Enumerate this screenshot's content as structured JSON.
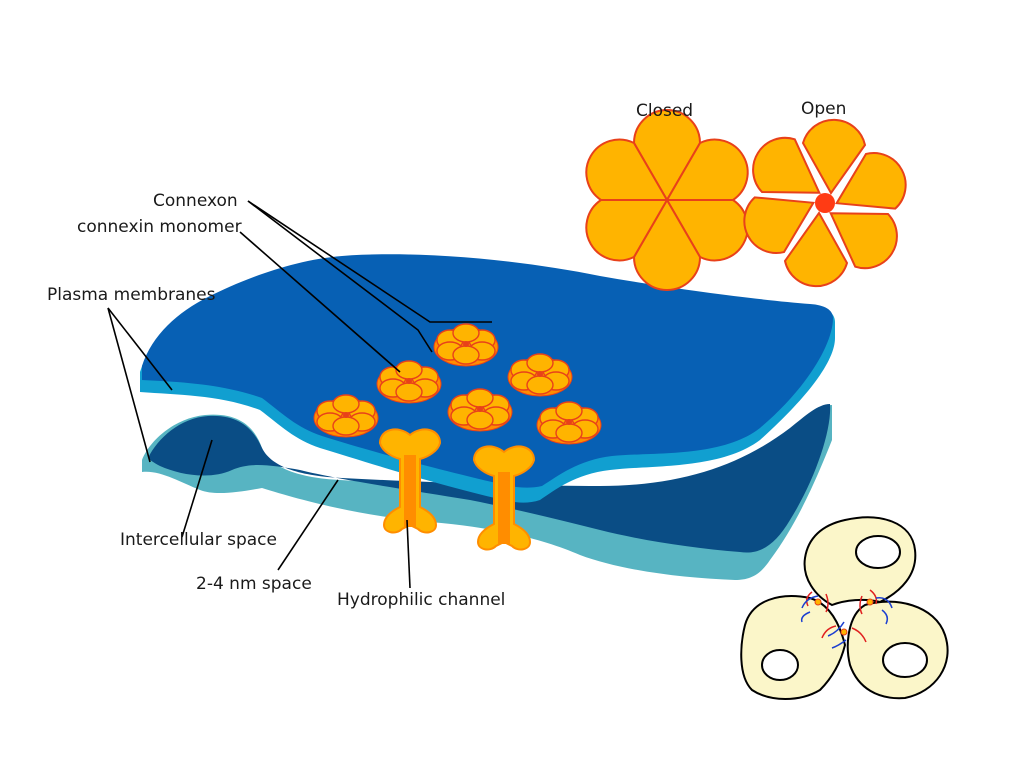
{
  "labels": {
    "closed": "Closed",
    "open": "Open",
    "connexon": "Connexon",
    "connexin_monomer": "connexin monomer",
    "plasma_membranes": "Plasma membranes",
    "intercellular_space": "Intercellular space",
    "space_width": "2-4 nm space",
    "hydrophilic_channel": "Hydrophilic channel"
  },
  "colors": {
    "top_membrane": "#0760b4",
    "top_membrane_edge": "#119fd0",
    "bottom_membrane": "#0a4d85",
    "bottom_membrane_edge": "#57b4c2",
    "connexon_fill": "#ffb400",
    "connexon_stroke": "#e8411a",
    "channel_fill": "#ff8d00",
    "cell_fill": "#fbf6c9",
    "signal_red": "#e02020",
    "signal_blue": "#1c3fd0"
  }
}
